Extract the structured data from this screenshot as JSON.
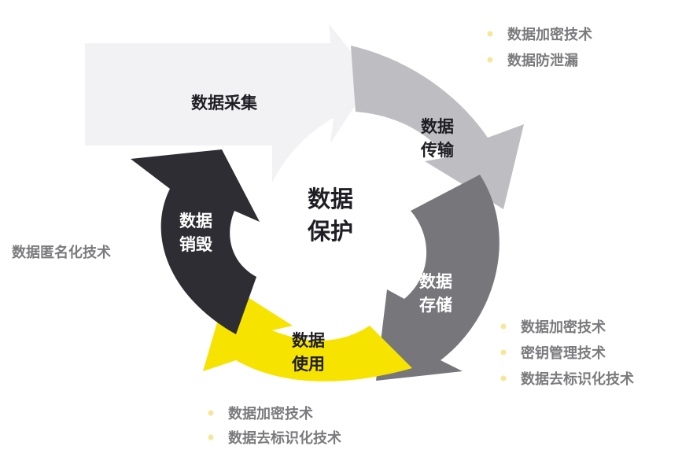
{
  "center": {
    "line1": "数据",
    "line2": "保护"
  },
  "stages": {
    "collect": {
      "line1": "数据采集"
    },
    "transfer": {
      "line1": "数据",
      "line2": "传输"
    },
    "storage": {
      "line1": "数据",
      "line2": "存储"
    },
    "usage": {
      "line1": "数据",
      "line2": "使用"
    },
    "destroy": {
      "line1": "数据",
      "line2": "销毁"
    }
  },
  "notes": {
    "transfer": [
      "数据加密技术",
      "数据防泄漏"
    ],
    "storage": [
      "数据加密技术",
      "密钥管理技术",
      "数据去标识化技术"
    ],
    "usage": [
      "数据加密技术",
      "数据去标识化技术"
    ],
    "destroy": [
      "数据匿名化技术"
    ]
  },
  "colors": {
    "collect": "#f2f2f5",
    "transfer": "#bdbdc2",
    "storage": "#76767b",
    "usage": "#f7e300",
    "destroy": "#2d2d33",
    "center_text": "#1e1e24",
    "note_text": "#7b7b7e",
    "bullet": "#f4e79a"
  }
}
